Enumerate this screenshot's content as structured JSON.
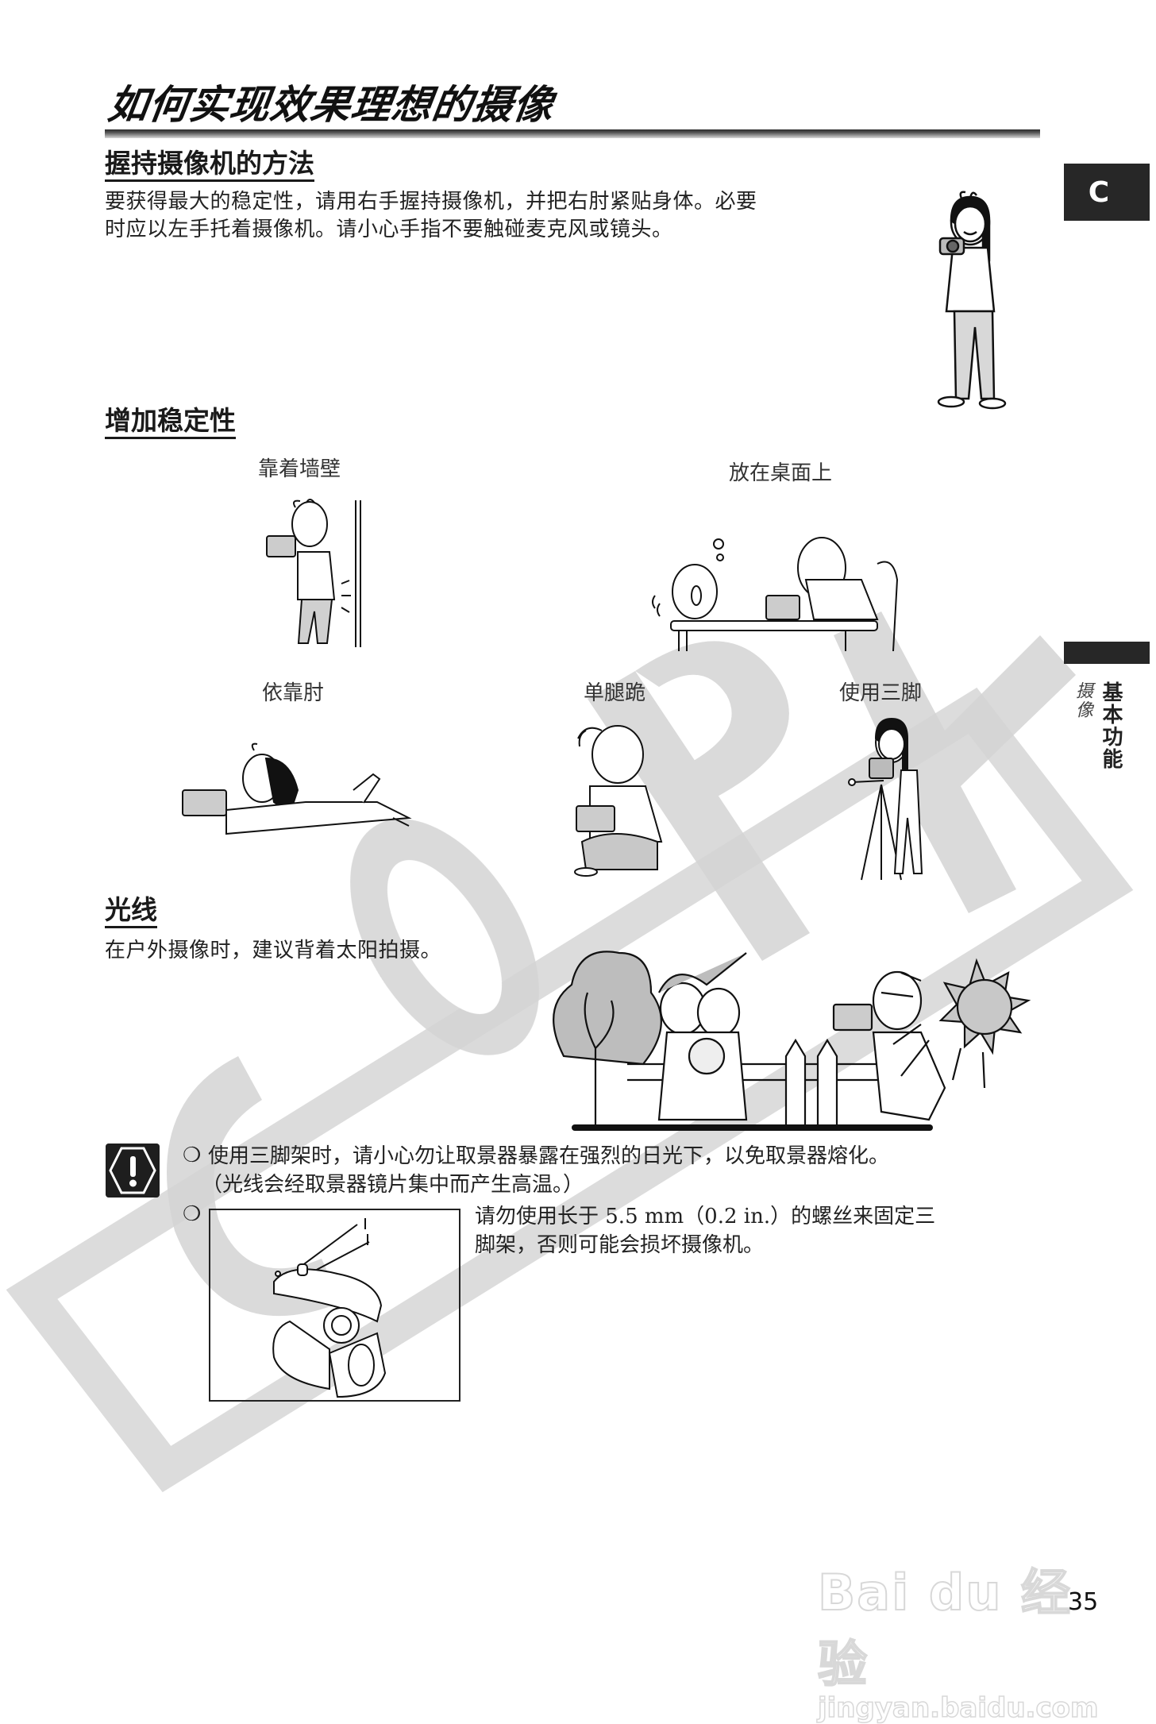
{
  "page": {
    "title": "如何实现效果理想的摄像",
    "page_number": "35",
    "chapter_tab": "C",
    "side_tab": {
      "main": "基本功能",
      "sub": "摄像"
    },
    "watermark_text": "COPY",
    "site_watermark": {
      "logo": "Bai du 经验",
      "url": "jingyan.baidu.com"
    }
  },
  "sections": {
    "holding": {
      "heading": "握持摄像机的方法",
      "lines": [
        "要获得最大的稳定性，请用右手握持摄像机，并把右肘紧贴身体。必要",
        "时应以左手托着摄像机。请小心手指不要触碰麦克风或镜头。"
      ],
      "illustration": "woman-holding-camcorder"
    },
    "stability": {
      "heading": "增加稳定性",
      "items": [
        {
          "label": "靠着墙壁",
          "illustration": "man-leaning-on-wall"
        },
        {
          "label": "放在桌面上",
          "illustration": "man-camera-on-table"
        },
        {
          "label": "依靠肘",
          "illustration": "person-lying-on-elbows"
        },
        {
          "label": "单腿跪",
          "illustration": "man-kneeling-one-leg"
        },
        {
          "label": "使用三脚",
          "illustration": "woman-using-tripod"
        }
      ]
    },
    "lighting": {
      "heading": "光线",
      "text": "在户外摄像时，建议背着太阳拍摄。",
      "illustration": "shooting-with-sun-behind"
    }
  },
  "cautions": {
    "icon": "caution-exclamation-icon",
    "bullet_glyph": "❍",
    "items": [
      {
        "lines": [
          "使用三脚架时，请小心勿让取景器暴露在强烈的日光下，以免取景器熔化。",
          "（光线会经取景器镜片集中而产生高温。）"
        ]
      },
      {
        "lines": [
          "请勿使用长于 5.5 mm（0.2 in.）的螺丝来固定三",
          "脚架，否则可能会损坏摄像机。"
        ],
        "illustration": "camcorder-tripod-socket-diagram"
      }
    ]
  }
}
